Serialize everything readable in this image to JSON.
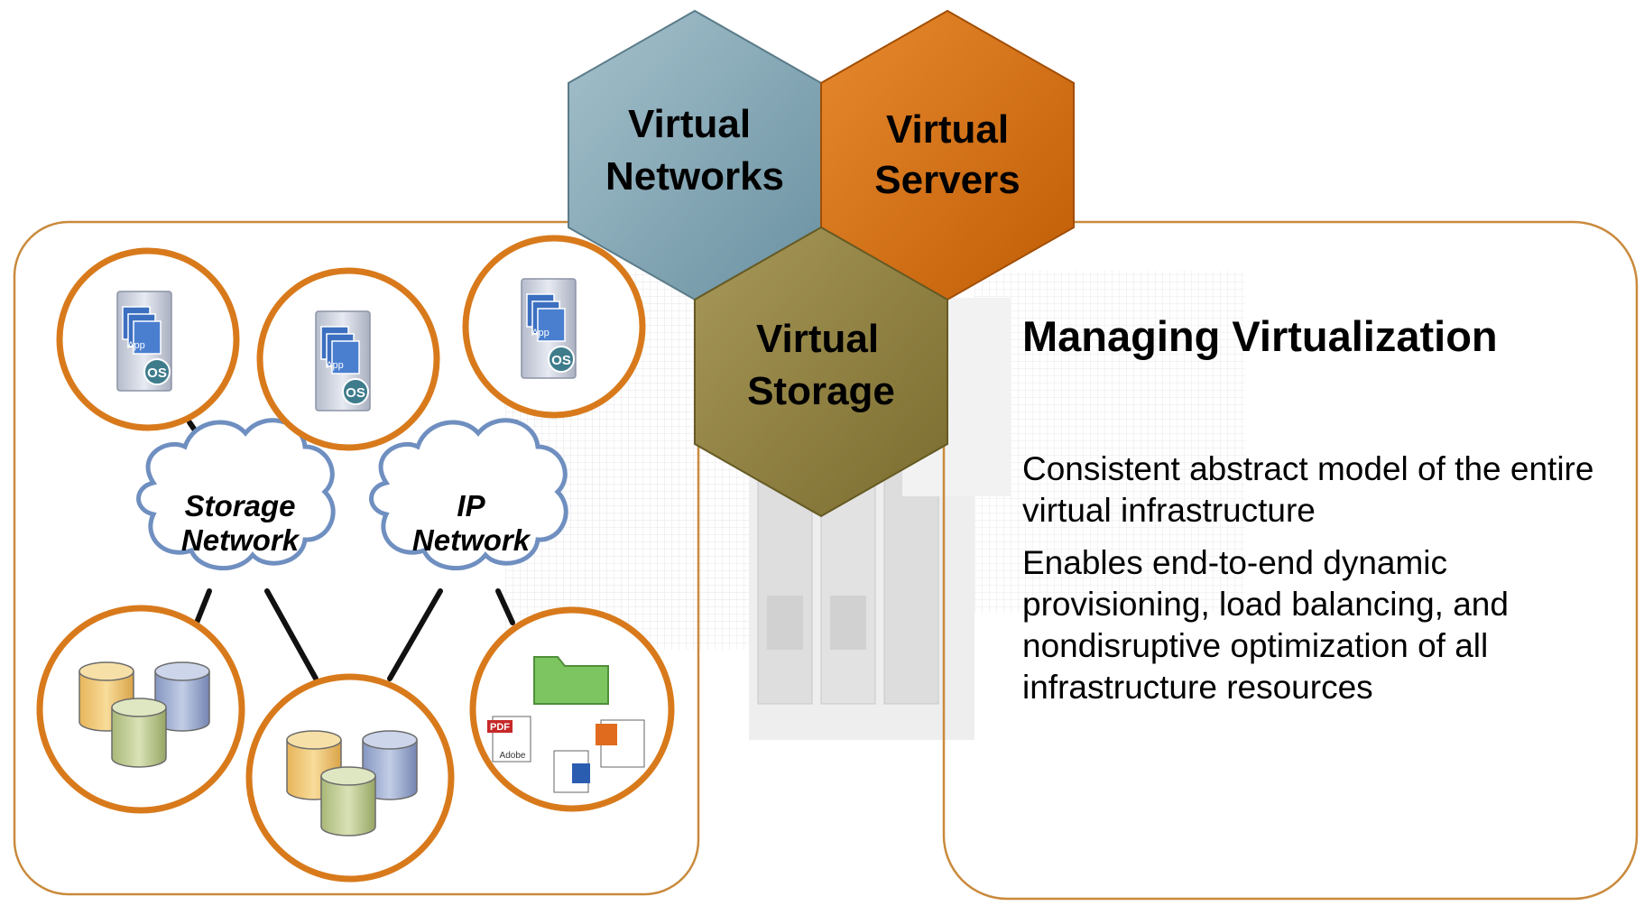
{
  "hexagons": {
    "networks": {
      "line1": "Virtual",
      "line2": "Networks",
      "color": "#7fa4b3"
    },
    "servers": {
      "line1": "Virtual",
      "line2": "Servers",
      "color": "#d36f12"
    },
    "storage": {
      "line1": "Virtual",
      "line2": "Storage",
      "color": "#8d7f3e"
    }
  },
  "clouds": {
    "storage_network": {
      "line1": "Storage",
      "line2": "Network"
    },
    "ip_network": {
      "line1": "IP",
      "line2": "Network"
    }
  },
  "server_nodes": [
    {
      "app_label": "App",
      "os_label": "OS"
    },
    {
      "app_label": "App",
      "os_label": "OS"
    },
    {
      "app_label": "App",
      "os_label": "OS"
    }
  ],
  "file_icons": {
    "pdf_label": "PDF",
    "adobe_label": "Adobe"
  },
  "right_panel": {
    "heading": "Managing Virtualization",
    "bullets": [
      "Consistent abstract model of the entire virtual infrastructure",
      "Enables end-to-end dynamic provisioning, load balancing, and nondisruptive optimization of all infrastructure resources"
    ]
  },
  "colors": {
    "accent_orange": "#d87a1c",
    "cloud_blue": "#6f8fc0",
    "panel_border": "#c98a3c"
  }
}
